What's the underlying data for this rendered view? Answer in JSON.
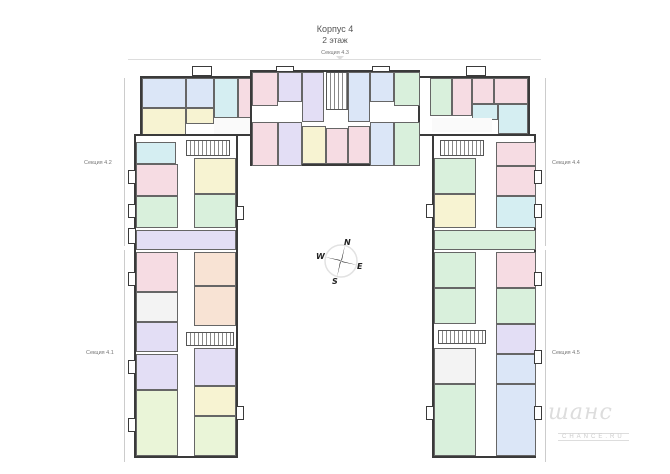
{
  "header": {
    "building": "Корпус 4",
    "floor": "2 этаж",
    "top_section": "Секция 4.3"
  },
  "sections": {
    "s41": "Секция 4.1",
    "s42": "Секция 4.2",
    "s43": "Секция 4.3",
    "s44": "Секция 4.4",
    "s45": "Секция 4.5"
  },
  "compass": {
    "n": "N",
    "e": "E",
    "s": "S",
    "w": "W"
  },
  "watermark": {
    "script": "шанс",
    "domain": "CHANCE.RU"
  },
  "colors": {
    "wall": "#3a3a3a",
    "blue": "#dbe6f7",
    "pink": "#f6dce3",
    "green": "#d9f0dc",
    "yellow": "#f7f3d2",
    "purple": "#e3def5",
    "cyan": "#d5eef2",
    "peach": "#f8e3d4"
  }
}
